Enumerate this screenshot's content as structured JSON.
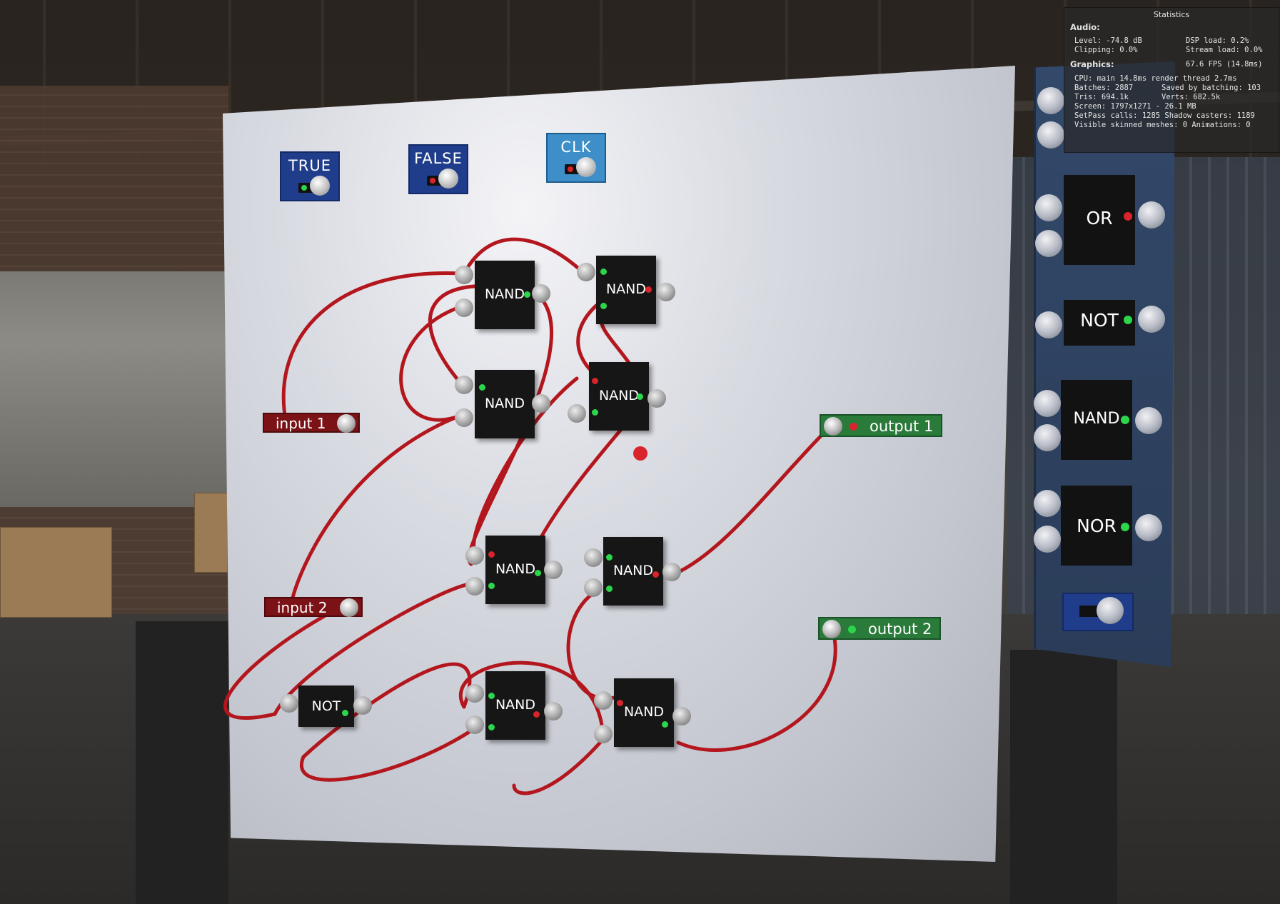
{
  "top_buttons": [
    {
      "label": "TRUE",
      "led": "#2bd64a"
    },
    {
      "label": "FALSE",
      "led": "#d8242a"
    },
    {
      "label": "CLK",
      "led": "#d8242a"
    }
  ],
  "gates": [
    {
      "label": "NAND",
      "out": "#2bd64a"
    },
    {
      "label": "NAND",
      "out": "#d8242a"
    },
    {
      "label": "NAND",
      "out": "#d8242a"
    },
    {
      "label": "NAND",
      "out": "#2bd64a"
    },
    {
      "label": "NAND",
      "out": "#2bd64a"
    },
    {
      "label": "NAND",
      "out": "#d8242a"
    },
    {
      "label": "NOT",
      "out": "#2bd64a"
    },
    {
      "label": "NAND",
      "out": "#d8242a"
    },
    {
      "label": "NAND",
      "out": "#2bd64a"
    }
  ],
  "inputs": [
    {
      "label": "input 1"
    },
    {
      "label": "input 2"
    }
  ],
  "outputs": [
    {
      "label": "output 1",
      "led": "#d8242a"
    },
    {
      "label": "output 2",
      "led": "#2bd64a"
    }
  ],
  "palette": [
    {
      "label": "OR",
      "out": "#d8242a"
    },
    {
      "label": "NOT",
      "out": "#2bd64a"
    },
    {
      "label": "NAND",
      "out": "#2bd64a"
    },
    {
      "label": "NOR",
      "out": "#2bd64a"
    }
  ],
  "stats": {
    "title": "Statistics",
    "audio_heading": "Audio:",
    "level": "Level: -74.8 dB",
    "dsp": "DSP load: 0.2%",
    "clipping": "Clipping: 0.0%",
    "stream": "Stream load: 0.0%",
    "graphics_heading": "Graphics:",
    "fps": "67.6 FPS (14.8ms)",
    "cpu": "CPU: main 14.8ms  render thread 2.7ms",
    "batches": "Batches: 2887",
    "saved": "Saved by batching: 103",
    "tris": "Tris: 694.1k",
    "verts": "Verts: 682.5k",
    "screen": "Screen: 1797x1271 - 26.1 MB",
    "setpass": "SetPass calls: 1285  Shadow casters: 1189",
    "skinned": "Visible skinned meshes: 0  Animations: 0"
  },
  "colors": {
    "wire": "#b3161d",
    "board": "#d9dbe2",
    "rack": "#2f4464"
  }
}
